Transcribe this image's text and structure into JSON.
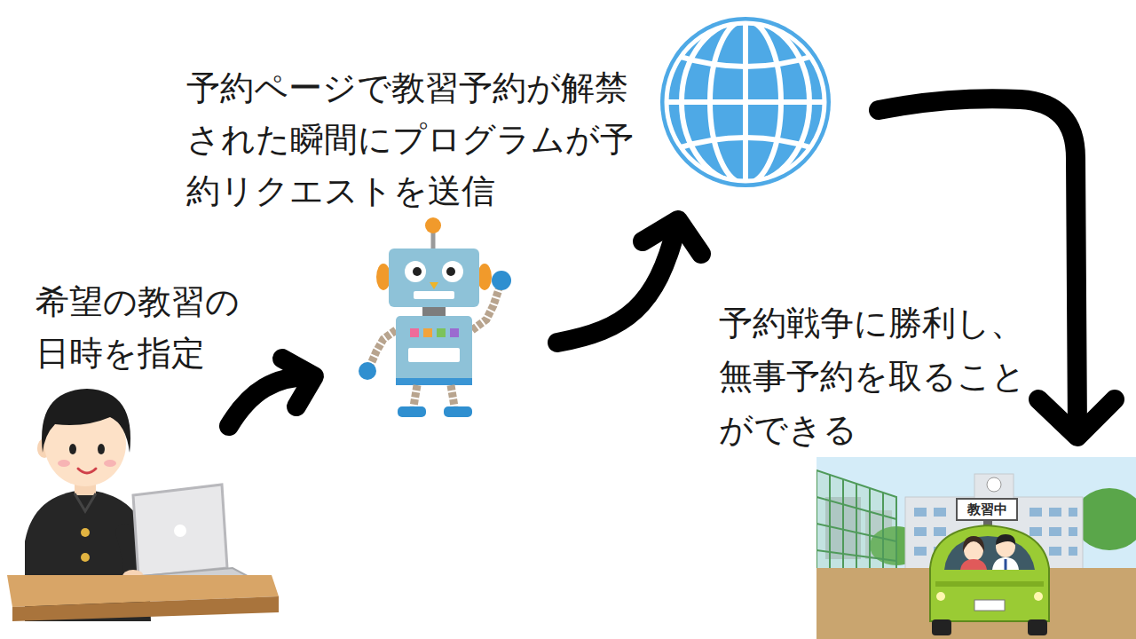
{
  "diagram": {
    "labels": [
      "予約ページで教習予約が解禁された瞬間にプログラムが予約リクエストを送信",
      "希望の教習の日時を指定",
      "予約戦争に勝利し、無事予約を取ることができる",
      "教習中"
    ]
  }
}
